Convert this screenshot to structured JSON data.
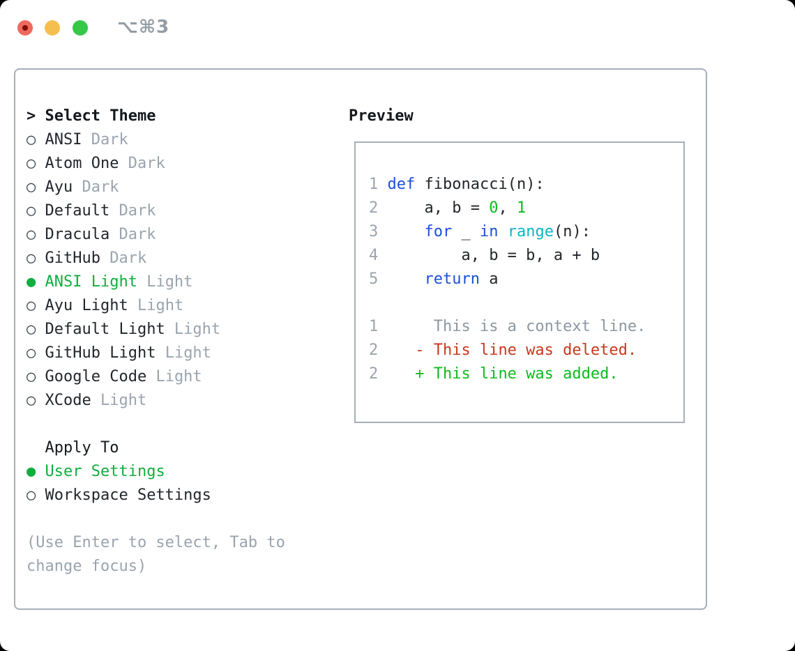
{
  "colors": {
    "ui_green": "#0fae3e",
    "code_green": "#0db91e",
    "keyword_blue": "#1b50d8",
    "function_cyan": "#0cb4c6",
    "deleted_red": "#c9381f",
    "added_green": "#0dbb1e",
    "text": "#22262b",
    "heading": "#15191d",
    "muted": "#9aa4ae",
    "context_gray": "#8d97a1",
    "border": "#a6aeb8",
    "marker": "#3e464e",
    "title_gray": "#949da6",
    "traffic_red": "#ee6a5e",
    "traffic_red_dot": "#7e0d04",
    "traffic_yellow": "#f5bf4f",
    "traffic_green": "#34c748"
  },
  "window": {
    "title": "⌥⌘3"
  },
  "selector": {
    "prompt": "> ",
    "title": "Select Theme",
    "themes": [
      {
        "name": "ANSI",
        "variant": "Dark",
        "selected": false
      },
      {
        "name": "Atom One",
        "variant": "Dark",
        "selected": false
      },
      {
        "name": "Ayu",
        "variant": "Dark",
        "selected": false
      },
      {
        "name": "Default",
        "variant": "Dark",
        "selected": false
      },
      {
        "name": "Dracula",
        "variant": "Dark",
        "selected": false
      },
      {
        "name": "GitHub",
        "variant": "Dark",
        "selected": false
      },
      {
        "name": "ANSI Light",
        "variant": "Light",
        "selected": true
      },
      {
        "name": "Ayu Light",
        "variant": "Light",
        "selected": false
      },
      {
        "name": "Default Light",
        "variant": "Light",
        "selected": false
      },
      {
        "name": "GitHub Light",
        "variant": "Light",
        "selected": false
      },
      {
        "name": "Google Code",
        "variant": "Light",
        "selected": false
      },
      {
        "name": "XCode",
        "variant": "Light",
        "selected": false
      }
    ],
    "apply_to": {
      "label": "Apply To",
      "options": [
        {
          "name": "User Settings",
          "selected": true
        },
        {
          "name": "Workspace Settings",
          "selected": false
        }
      ]
    },
    "help_lines": [
      "(Use Enter to select, Tab to",
      "change focus)"
    ]
  },
  "preview": {
    "title": "Preview",
    "lines": [
      {
        "segments": [
          {
            "c": "ln",
            "t": "1 "
          },
          {
            "c": "kw",
            "t": "def"
          },
          {
            "c": "fg",
            "t": " fibonacci(n):"
          }
        ]
      },
      {
        "segments": [
          {
            "c": "ln",
            "t": "2 "
          },
          {
            "c": "fg",
            "t": "    a, b = "
          },
          {
            "c": "num",
            "t": "0"
          },
          {
            "c": "fg",
            "t": ", "
          },
          {
            "c": "num",
            "t": "1"
          }
        ]
      },
      {
        "segments": [
          {
            "c": "ln",
            "t": "3 "
          },
          {
            "c": "fg",
            "t": "    "
          },
          {
            "c": "kw",
            "t": "for"
          },
          {
            "c": "fg",
            "t": " _ "
          },
          {
            "c": "kw",
            "t": "in"
          },
          {
            "c": "fg",
            "t": " "
          },
          {
            "c": "fn",
            "t": "range"
          },
          {
            "c": "fg",
            "t": "(n):"
          }
        ]
      },
      {
        "segments": [
          {
            "c": "ln",
            "t": "4 "
          },
          {
            "c": "fg",
            "t": "        a, b = b, a + b"
          }
        ]
      },
      {
        "segments": [
          {
            "c": "ln",
            "t": "5 "
          },
          {
            "c": "fg",
            "t": "    "
          },
          {
            "c": "kw",
            "t": "return"
          },
          {
            "c": "fg",
            "t": " a"
          }
        ]
      },
      {
        "segments": []
      },
      {
        "segments": [
          {
            "c": "ln",
            "t": "1      "
          },
          {
            "c": "ctx",
            "t": "This is a context line."
          }
        ]
      },
      {
        "segments": [
          {
            "c": "ln",
            "t": "2    "
          },
          {
            "c": "del",
            "t": "- This line was deleted."
          }
        ]
      },
      {
        "segments": [
          {
            "c": "ln",
            "t": "2    "
          },
          {
            "c": "add",
            "t": "+ This line was added."
          }
        ]
      }
    ]
  }
}
